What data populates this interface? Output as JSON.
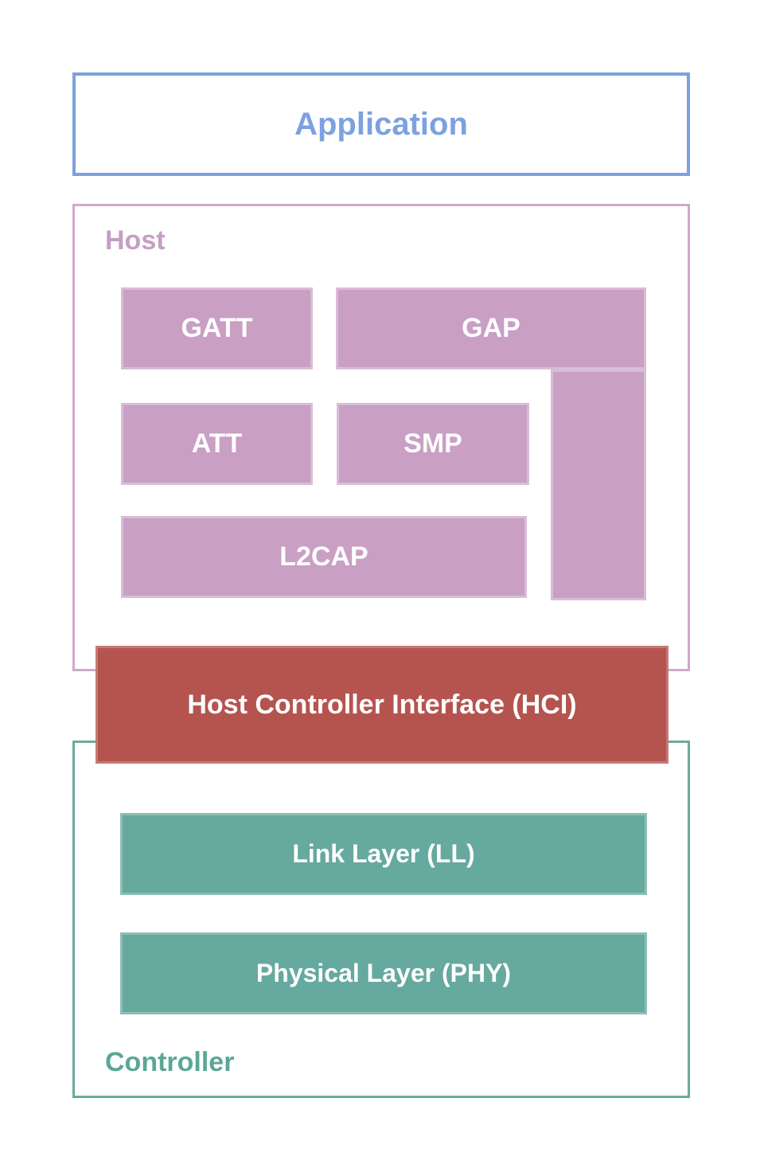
{
  "application": {
    "label": "Application"
  },
  "host": {
    "label": "Host",
    "blocks": {
      "gatt": "GATT",
      "gap": "GAP",
      "att": "ATT",
      "smp": "SMP",
      "l2cap": "L2CAP"
    }
  },
  "hci": {
    "label": "Host Controller Interface (HCI)"
  },
  "controller": {
    "label": "Controller",
    "blocks": {
      "link_layer": "Link Layer (LL)",
      "physical_layer": "Physical Layer (PHY)"
    }
  },
  "colors": {
    "application_blue": "#7da1e0",
    "host_mauve_fill": "#c99fc4",
    "host_mauve_border": "#cfa9cd",
    "hci_red": "#b5544f",
    "controller_teal_fill": "#66a99e",
    "controller_teal_border": "#6aab9f",
    "controller_label_teal": "#5ba796",
    "block_text_white": "#ffffff"
  }
}
